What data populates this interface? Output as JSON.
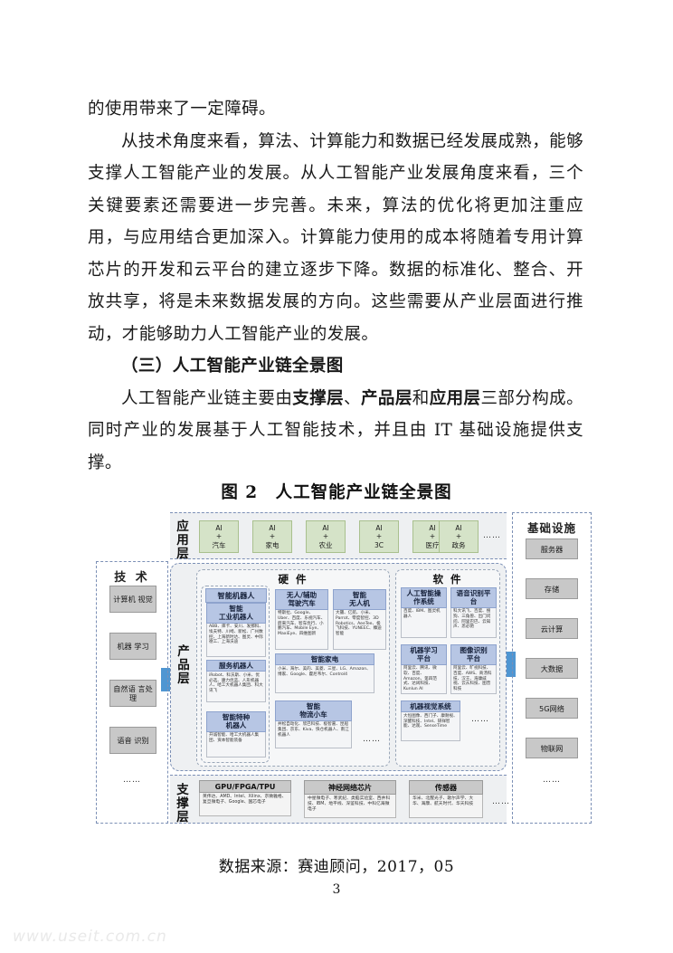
{
  "document": {
    "paragraphs": [
      "的使用带来了一定障碍。",
      "从技术角度来看，算法、计算能力和数据已经发展成熟，能够支撑人工智能产业的发展。从人工智能产业发展角度来看，三个关键要素还需要进一步完善。未来，算法的优化将更加注重应用，与应用结合更加深入。计算能力使用的成本将随着专用计算芯片的开发和云平台的建立逐步下降。数据的标准化、整合、开放共享，将是未来数据发展的方向。这些需要从产业层面进行推动，才能够助力人工智能产业的发展。"
    ],
    "heading": "（三）人工智能产业链全景图",
    "para3_part1": "人工智能产业链主要由",
    "para3_bold1": "支撑层",
    "para3_sep1": "、",
    "para3_bold2": "产品层",
    "para3_sep2": "和",
    "para3_bold3": "应用层",
    "para3_part2": "三部分构成。同时产业的发展基于人工智能技术，并且由 IT 基础设施提供支撑。",
    "figure_caption": "图 2　人工智能产业链全景图",
    "figure_source": "数据来源：赛迪顾问，2017，05",
    "page_number": "3",
    "watermark": "www.useit.com.cn"
  },
  "figure": {
    "tech_column": {
      "title": "技 术",
      "items": [
        "计算机\n视觉",
        "机器\n学习",
        "自然语\n言处理",
        "语音\n识别"
      ],
      "ellipsis": "……"
    },
    "infra_column": {
      "title": "基础设施",
      "items": [
        "服务器",
        "存储",
        "云计算",
        "大数据",
        "5G网络",
        "物联网"
      ],
      "ellipsis": "……"
    },
    "application_layer": {
      "label": "应用层",
      "items": [
        {
          "top": "AI",
          "plus": "+",
          "bottom": "汽车"
        },
        {
          "top": "AI",
          "plus": "+",
          "bottom": "家电"
        },
        {
          "top": "AI",
          "plus": "+",
          "bottom": "农业"
        },
        {
          "top": "AI",
          "plus": "+",
          "bottom": "3C"
        },
        {
          "top": "AI",
          "plus": "+",
          "bottom": "医疗"
        },
        {
          "top": "AI",
          "plus": "+",
          "bottom": "政务"
        }
      ],
      "ellipsis": "……"
    },
    "product_layer": {
      "label": "产品层",
      "hardware": {
        "title": "硬 件",
        "robots_panel_title": "智能机器人",
        "robot_cards": [
          {
            "title": "智能\n工业机器人",
            "body": "ABB、库卡、安川、发那科、埃夫特、川崎、新松、广州数控、上海新时达、图灵、中际德工、上海沃迪"
          },
          {
            "title": "服务机器人",
            "body": "iRobot、科沃斯、小米、优必选、康力优蓝、人形机器人、哈工大机器人集团、科大讯飞"
          },
          {
            "title": "智能特种\n机器人",
            "body": "开诚智能、哈工大机器人集团、资本智能装备"
          }
        ],
        "cards": [
          {
            "title": "无人/辅助\n驾驶汽车",
            "body": "特斯拉、Google、Uber、百度、乐视汽车、蔚来汽车、智车优行、小鹏汽车、Mobile Eye、MaxiEye、四维图新"
          },
          {
            "title": "智能\n无人机",
            "body": "大疆、亿航、小米、Parrot、零度智控、3D Robotics、AeeTee、极飞科技、YUNEEC、臻迪智能"
          },
          {
            "title": "智能家电",
            "body": "小米、海尔、美的、美菱、三星、LG、Amazon、博家、Google、霍尼韦尔、Control4"
          },
          {
            "title": "智能\n物流小车",
            "body": "井松自动化、欣巴科技、极智嘉、昆船集团、京东、Kiva、快仓机器人、南江机器人"
          }
        ],
        "ellipsis": "……"
      },
      "software": {
        "title": "软 件",
        "cards": [
          {
            "title": "人工智能操\n作系统",
            "body": "百度、IBM、图灵机器人"
          },
          {
            "title": "语音识别平\n台",
            "body": "科大讯飞、百度、搜狗、三角兽、出门问问、阿里巴巴、云知声、思必驰"
          },
          {
            "title": "机器学习\n平台",
            "body": "阿里云、腾讯、微软、百度、Amazon、第四范式、达闼科技、Kunlun AI"
          },
          {
            "title": "图像识别\n平台",
            "body": "阿里云、旷视科技、百度、AWS、商汤科技、汉王、海康威视、云从科技、图普科技"
          },
          {
            "title": "机器视觉系统",
            "body": "大恒图像、西门子、康耐视、深醒科技、Intel、研祥智能、达观、SenseTime"
          }
        ],
        "ellipsis": "……"
      }
    },
    "support_layer": {
      "label": "支撑层",
      "cards": [
        {
          "title": "GPU/FPGA/TPU",
          "body": "英伟达、AMD、Intel、Xilinx、京微雅格、复旦微电子、Google、国芯电子"
        },
        {
          "title": "神经网络芯片",
          "body": "中星微电子、寒武纪、类脑实验室、西井科技、IBM、地平线、深鉴科技、中科亿海微电子"
        },
        {
          "title": "传感器",
          "body": "华米、北醒光子、歌尔声学、大华、海康、航天时代、华天科技"
        }
      ],
      "ellipsis": "……"
    },
    "colors": {
      "dashed_border": "#7b8fb5",
      "app_box": "#d5e3c8",
      "card_head": "#b7c6e4",
      "gray_box": "#c8c8c8",
      "arrow": "#4f96d2",
      "band_bg": "#eef0f2"
    }
  }
}
